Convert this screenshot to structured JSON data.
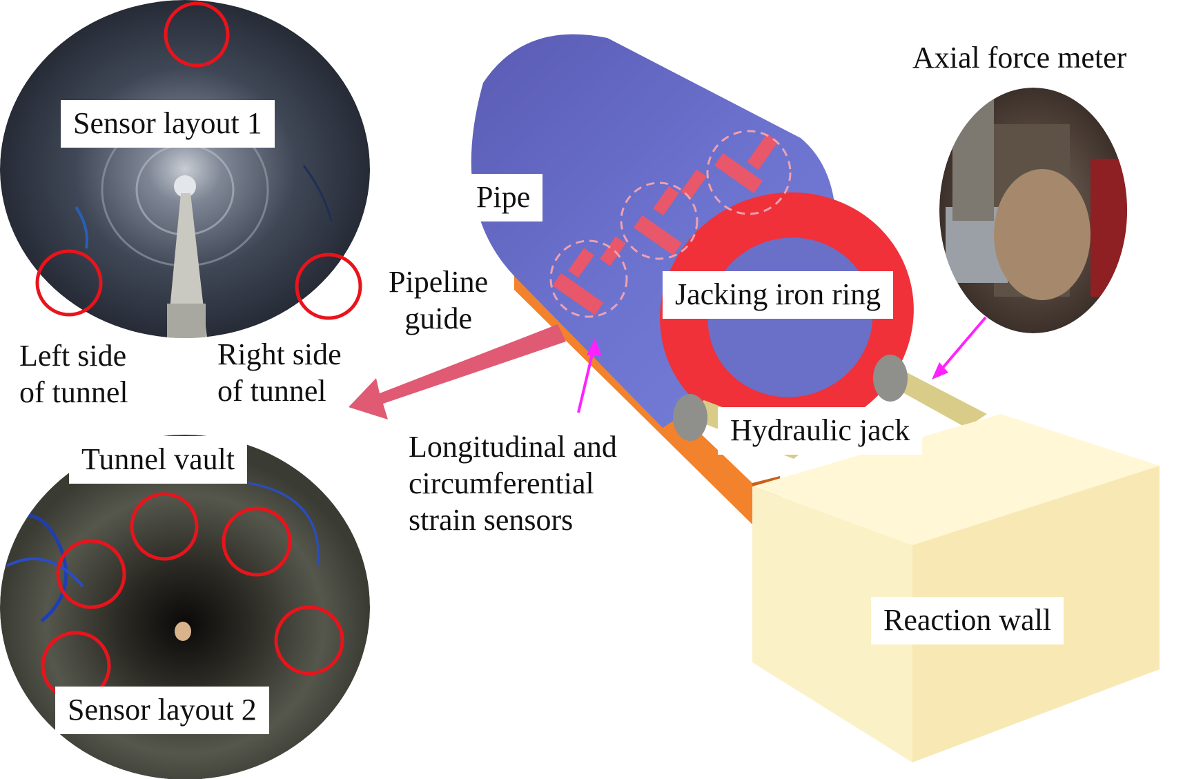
{
  "labels": {
    "sensor_layout_1": "Sensor layout  1",
    "sensor_layout_2": "Sensor layout  2",
    "left_side_line1": "Left side",
    "left_side_line2": "of tunnel",
    "right_side_line1": "Right side",
    "right_side_line2": "of tunnel",
    "tunnel_vault": "Tunnel  vault",
    "pipe": "Pipe",
    "pipeline_guide_line1": "Pipeline",
    "pipeline_guide_line2": "guide",
    "jacking_iron_ring": "Jacking iron ring",
    "axial_force_meter": "Axial force meter",
    "hydraulic_jack": "Hydraulic jack",
    "strain_line1": "Longitudinal and",
    "strain_line2": "circumferential",
    "strain_line3": "strain sensors",
    "reaction_wall": "Reaction wall"
  },
  "colors": {
    "pipe": "#6a6fc8",
    "ring": "#f0313a",
    "guide": "#f2822c",
    "reaction_wall": "#fbf1c6",
    "marker_circle": "#e8141c",
    "strain_gauge": "#e8576a",
    "pointer_arrow": "#ff22ff",
    "big_arrow": "#e05a74"
  }
}
